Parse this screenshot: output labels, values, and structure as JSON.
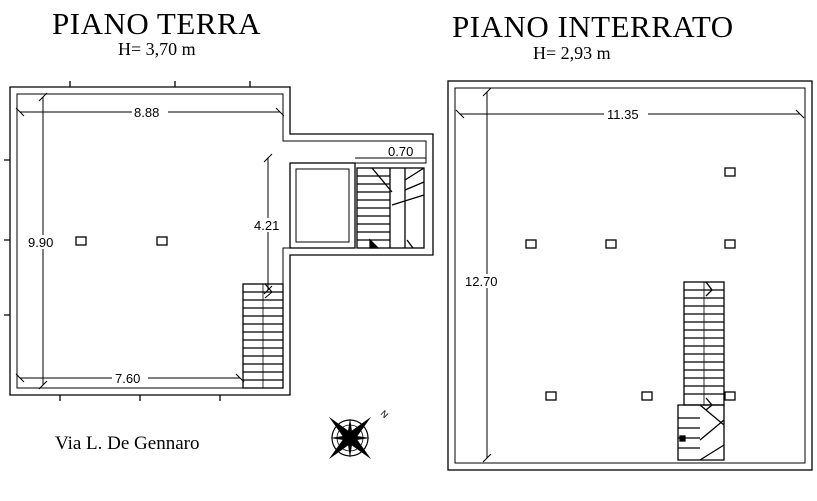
{
  "left_plan": {
    "title": "PIANO TERRA",
    "height_label": "H= 3,70 m",
    "dims": {
      "width": "8.88",
      "height": "9.90",
      "bottom": "7.60",
      "stair": "4.21",
      "small": "0.70"
    },
    "address": "Via L. De Gennaro"
  },
  "right_plan": {
    "title": "PIANO INTERRATO",
    "height_label": "H= 2,93 m",
    "dims": {
      "width": "11.35",
      "height": "12.70"
    }
  },
  "compass": {
    "icon": "compass-rose-icon",
    "north_label": "N"
  },
  "colors": {
    "line": "#000000",
    "background": "#ffffff"
  }
}
